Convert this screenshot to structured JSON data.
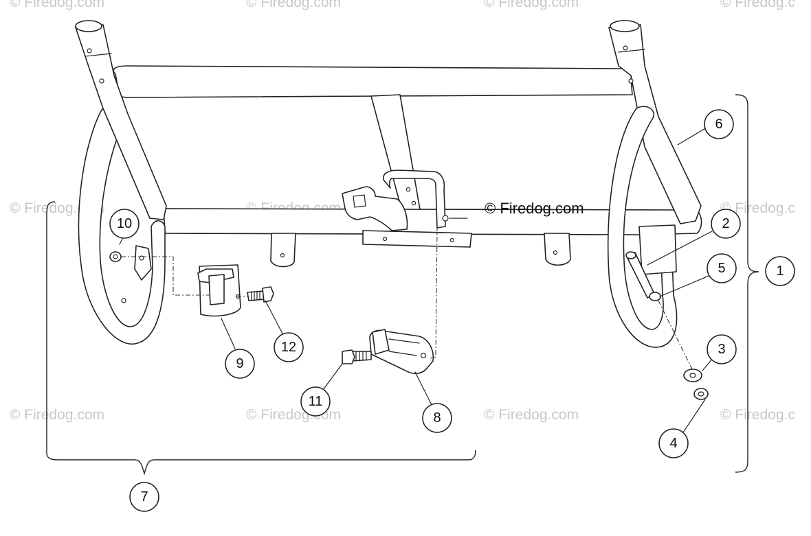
{
  "copyright": "© Firedog.com",
  "watermarks": [
    "© Firedog.com",
    "© Firedog.com",
    "© Firedog.com",
    "© Firedog.c",
    "© Firedog.com",
    "© Firedog.com",
    "© Firedog.c",
    "© Firedog.com",
    "© Firedog.com",
    "© Firedog.com",
    "© Firedog.c"
  ],
  "callouts": [
    "1",
    "2",
    "3",
    "4",
    "5",
    "6",
    "7",
    "8",
    "9",
    "10",
    "11",
    "12"
  ],
  "colors": {
    "line": "#222222",
    "watermark": "#c8c8c8",
    "background": "#ffffff"
  }
}
